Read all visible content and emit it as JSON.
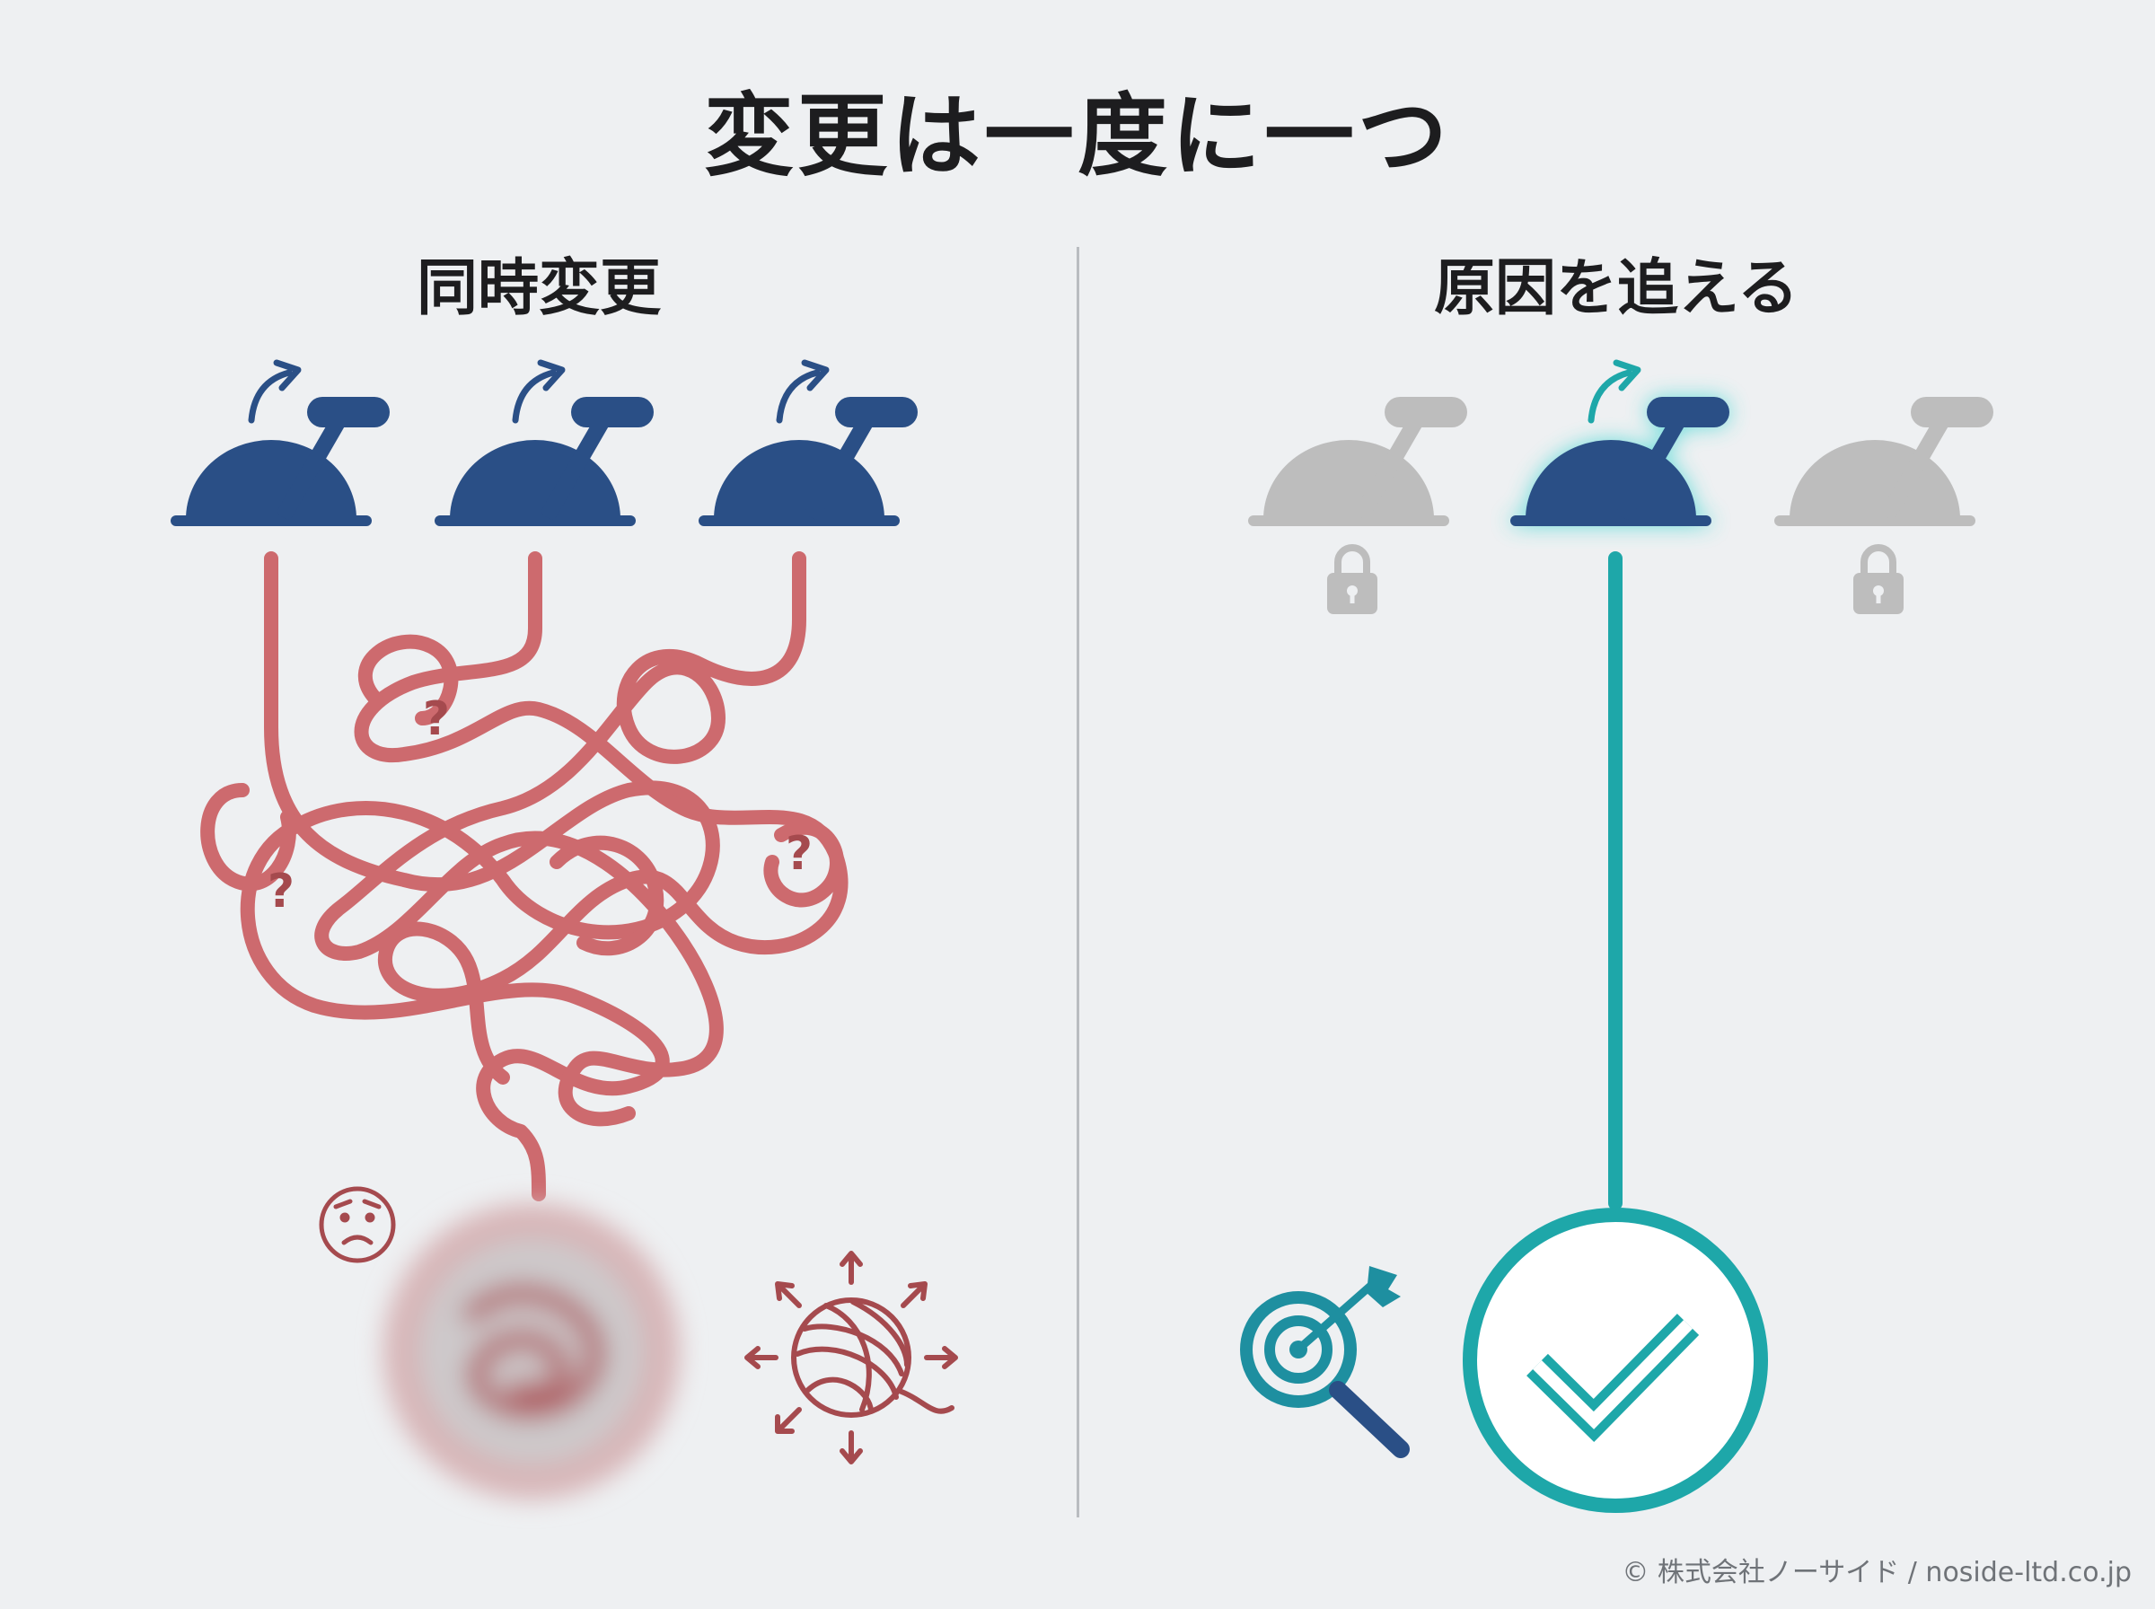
{
  "title": "変更は一度に一つ",
  "left_panel": {
    "heading": "同時変更",
    "question_marks": [
      "?",
      "?",
      "?"
    ]
  },
  "right_panel": {
    "heading": "原因を追える"
  },
  "footer": "© 株式会社ノーサイド / noside-ltd.co.jp",
  "colors": {
    "lever_blue": "#2a4f86",
    "tangle_red": "#cd6a6e",
    "dark_red": "#a54a4e",
    "teal": "#1ea7a9",
    "gray": "#bdbdbd",
    "background": "#eef0f2"
  },
  "icons": {
    "lever": "lever-icon",
    "lock": "lock-icon",
    "sad_face": "sad-face-icon",
    "yarn": "yarn-ball-icon",
    "target": "target-search-icon",
    "check": "check-icon"
  }
}
